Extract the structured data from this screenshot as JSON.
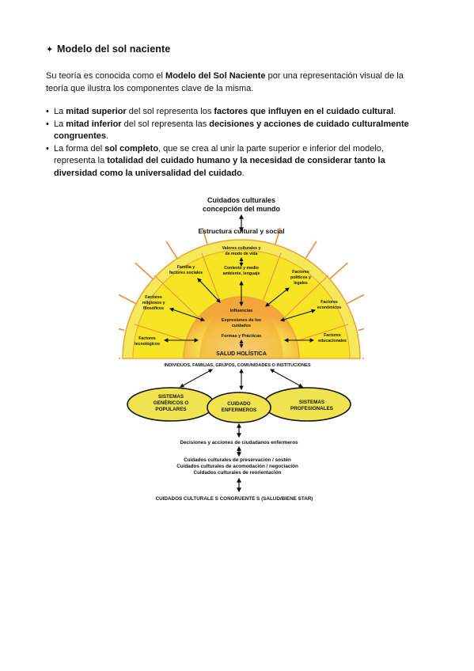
{
  "heading": {
    "icon": "four-point-star-icon",
    "title": "Modelo del sol naciente"
  },
  "intro": {
    "p1": "Su teoría es conocida como el ",
    "b1": "Modelo del Sol Naciente",
    "p2": " por una representación visual de la teoría que ilustra los componentes clave de la misma."
  },
  "bullets": [
    {
      "t1": "La ",
      "b1": "mitad superior",
      "t2": " del sol representa los ",
      "b2": "factores que influyen en el cuidado cultural",
      "t3": "."
    },
    {
      "t1": "La ",
      "b1": "mitad inferior",
      "t2": " del sol representa las ",
      "b2": "decisiones y acciones de cuidado culturalmente congruentes",
      "t3": "."
    },
    {
      "t1": "La forma del ",
      "b1": "sol completo",
      "t2": ", que se crea al unir la parte superior e inferior del modelo, representa la ",
      "b2": "totalidad del cuidado humano y la necesidad de considerar tanto la diversidad como la universalidad del cuidado",
      "t3": "."
    }
  ],
  "diagram": {
    "top_title": [
      "Cuidados culturales",
      "concepción del mundo"
    ],
    "structure_label": "Estructura cultural y social",
    "factors": {
      "values": [
        "Valores culturales y",
        "de modo de vida"
      ],
      "context": [
        "Contexto y medio",
        "ambiente, lenguaje"
      ],
      "family": [
        "Familia y",
        "factores sociales"
      ],
      "political": [
        "Factores",
        "políticos y",
        "legales"
      ],
      "religious": [
        "Factores",
        "religiosos y",
        "filosóficos"
      ],
      "economic": [
        "Factores",
        "económicos"
      ],
      "technological": [
        "Factores",
        "tecnológicos"
      ],
      "educational": [
        "Factores",
        "educacionales"
      ]
    },
    "center": {
      "influences": "Influencias",
      "expressions": [
        "Expresiones de los",
        "cuidados"
      ],
      "forms": "Formas y Prácticas",
      "health": "SALUD HOLÍSTICA"
    },
    "individuals": "INDIVIDUOS, FAMILIAS, GRUPOS, COMUNIDADES O INSTITUCIONES",
    "systems": {
      "generic": [
        "SISTEMAS",
        "GENÉRICOS O",
        "POPULARES"
      ],
      "nursing": [
        "CUIDADO",
        "ENFERMEROS"
      ],
      "professional": [
        "SISTEMAS",
        "PROFESIONALES"
      ]
    },
    "decisions": "Decisiones  y acciones  de ciudadanos enfermeros",
    "care_modes": [
      "Cuidados culturales de preservación / sostén",
      "Cuidados  culturales  de acomodación / negociación",
      "Cuidados  culturales  de reorientación"
    ],
    "result": "CUIDADOS CULTURALE S CONGRUENTE S  (SALUD/BIENE STAR)",
    "colors": {
      "outer_yellow": "#f5e85a",
      "inner_yellow": "#f7e425",
      "core_orange": "#f3a63a",
      "ray_orange": "#ee8b3c",
      "ellipse_yellow": "#efe34f"
    }
  }
}
